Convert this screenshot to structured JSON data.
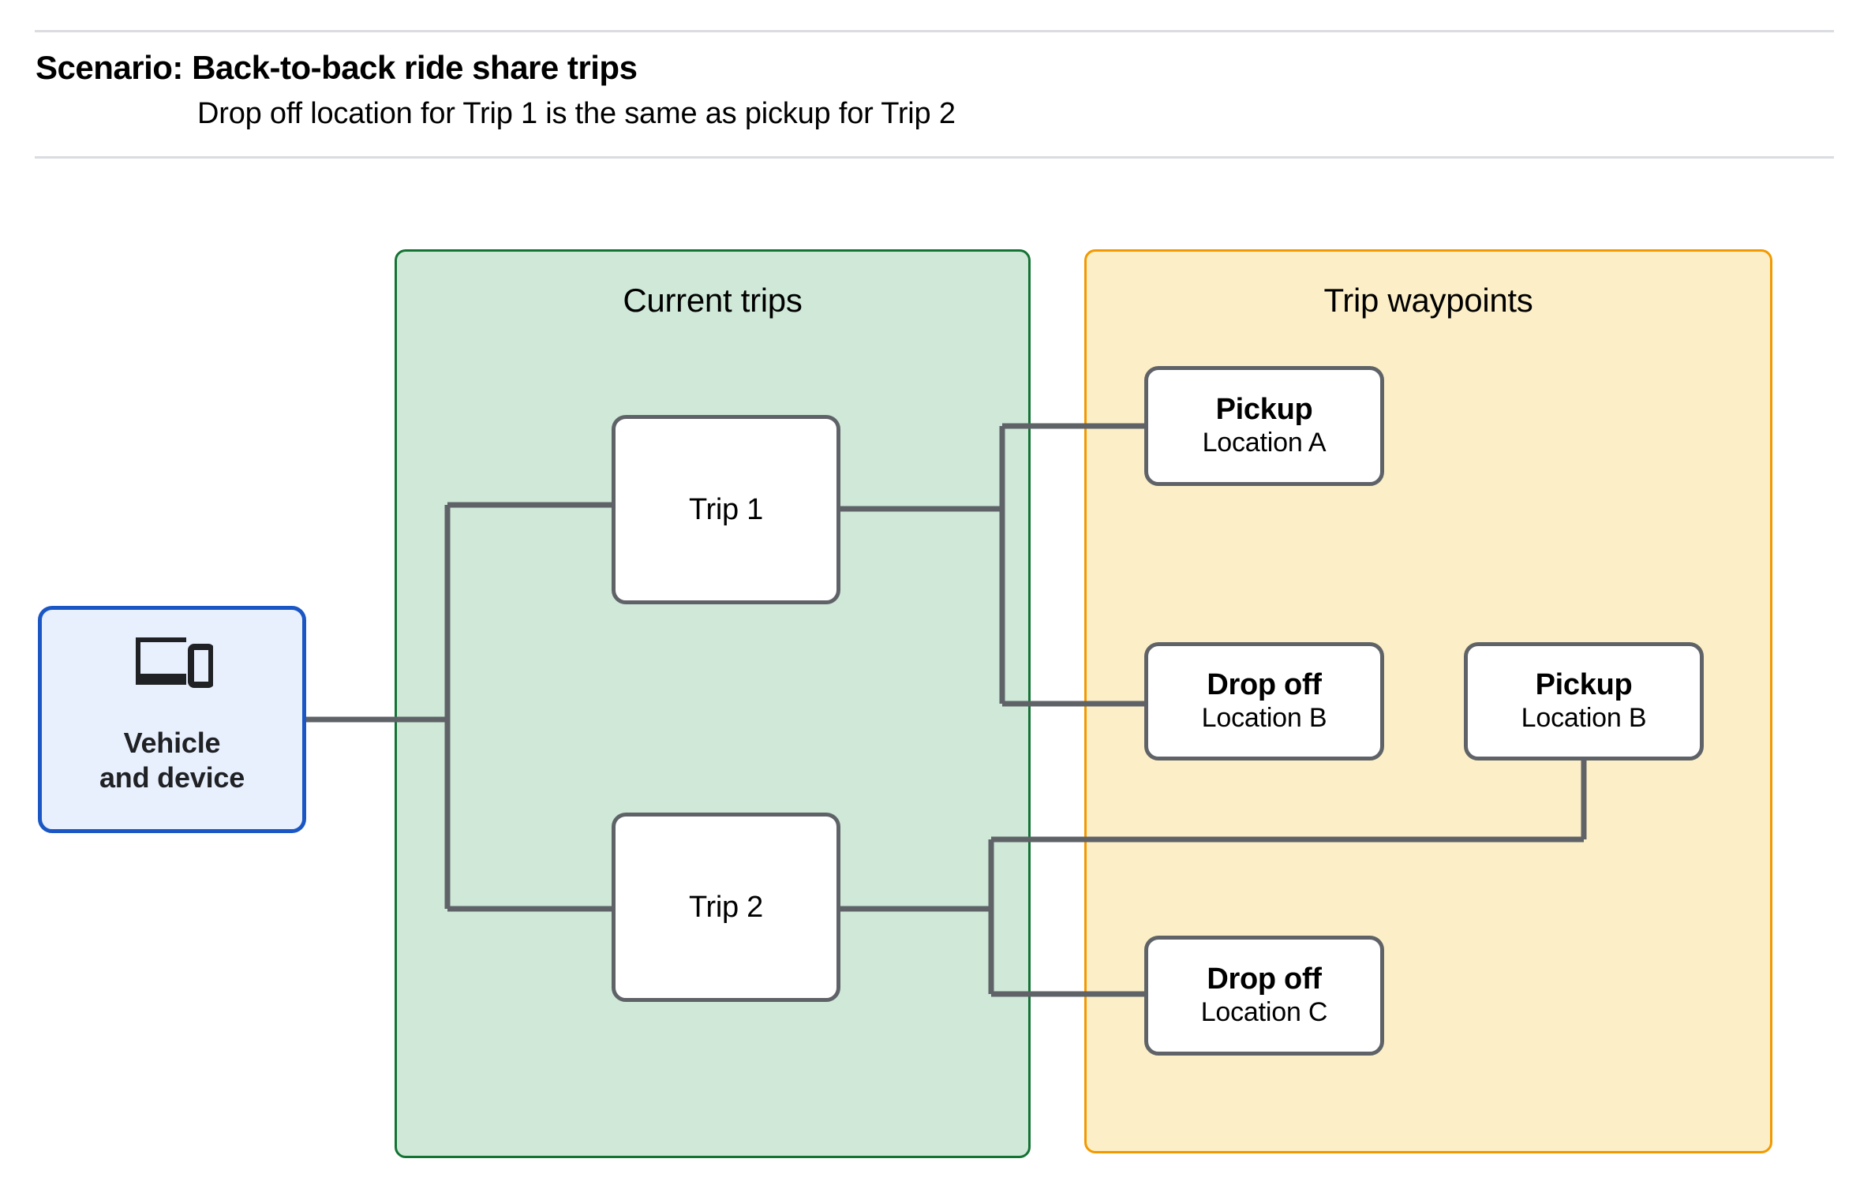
{
  "header": {
    "title": "Scenario: Back-to-back ride share trips",
    "subtitle": "Drop off  location for Trip 1 is the same as pickup for Trip 2"
  },
  "groups": {
    "current_trips": {
      "title": "Current trips",
      "fill": "#cfe8d8",
      "border": "#137333"
    },
    "trip_waypoints": {
      "title": "Trip waypoints",
      "fill": "#fcefc7",
      "border": "#f29900"
    }
  },
  "vehicle_device": {
    "line1": "Vehicle",
    "line2": "and device",
    "icon": "laptop-and-phone-icon",
    "fill": "#e8f0fe",
    "border": "#1a56c4"
  },
  "trips": [
    {
      "label": "Trip 1"
    },
    {
      "label": "Trip 2"
    }
  ],
  "waypoints": [
    {
      "id": "pickup-a",
      "title": "Pickup",
      "location": "Location A"
    },
    {
      "id": "dropoff-b",
      "title": "Drop off",
      "location": "Location B"
    },
    {
      "id": "pickup-b",
      "title": "Pickup",
      "location": "Location B"
    },
    {
      "id": "dropoff-c",
      "title": "Drop off",
      "location": "Location C"
    }
  ],
  "colors": {
    "connector": "#5f6368",
    "node_border": "#5f6368",
    "node_fill": "#ffffff",
    "divider": "#dadce0",
    "text": "#000000"
  }
}
